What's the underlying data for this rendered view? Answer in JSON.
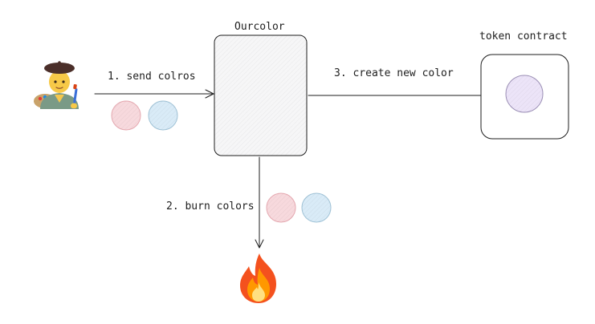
{
  "labels": {
    "ourcolor": "Ourcolor",
    "token_contract": "token contract",
    "step1": "1. send colros",
    "step2": "2. burn colors",
    "step3": "3. create new color"
  },
  "nodes": {
    "artist_icon": "artist-emoji",
    "fire_icon": "fire-emoji"
  },
  "colors": {
    "pink": "#f7d9dd",
    "pink_stroke": "#e5a8b0",
    "blue": "#d9ebf7",
    "blue_stroke": "#9fc2d6",
    "lavender": "#ece4f8",
    "lavender_stroke": "#9b8fb5",
    "box_fill": "#f6f6f7",
    "stroke": "#1e1e1e"
  }
}
